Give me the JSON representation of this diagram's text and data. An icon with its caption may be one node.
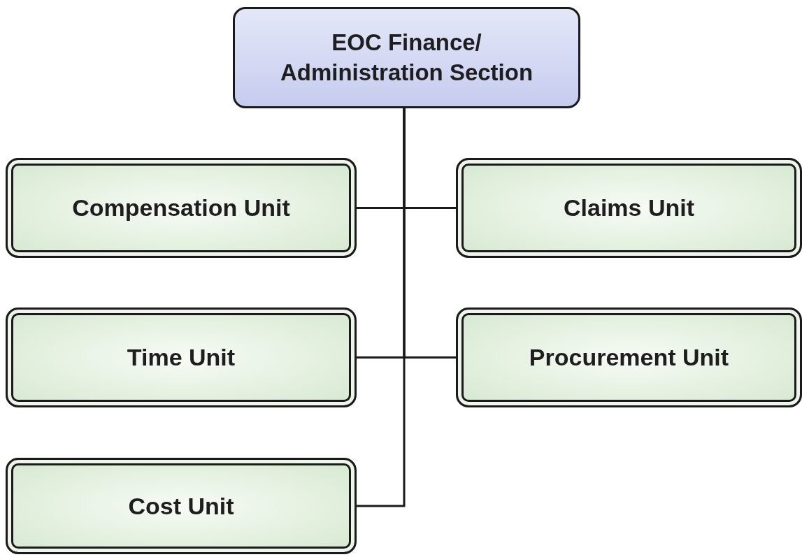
{
  "diagram": {
    "nodes": [
      {
        "text": [
          "EOC Finance/ Administration Section"
        ]
      },
      {
        "text": [
          "Compensation Unit"
        ]
      },
      {
        "text": [
          "Claims Unit"
        ]
      },
      {
        "text": [
          "Time Unit"
        ]
      },
      {
        "text": [
          "Procurement Unit"
        ]
      },
      {
        "text": [
          "Cost Unit"
        ]
      }
    ],
    "edges": [
      {
        "from": 0,
        "to": 1,
        "arrow": "none"
      },
      {
        "from": 0,
        "to": 2,
        "arrow": "none"
      },
      {
        "from": 0,
        "to": 3,
        "arrow": "none"
      },
      {
        "from": 0,
        "to": 4,
        "arrow": "none"
      },
      {
        "from": 0,
        "to": 5,
        "arrow": "none"
      }
    ]
  }
}
